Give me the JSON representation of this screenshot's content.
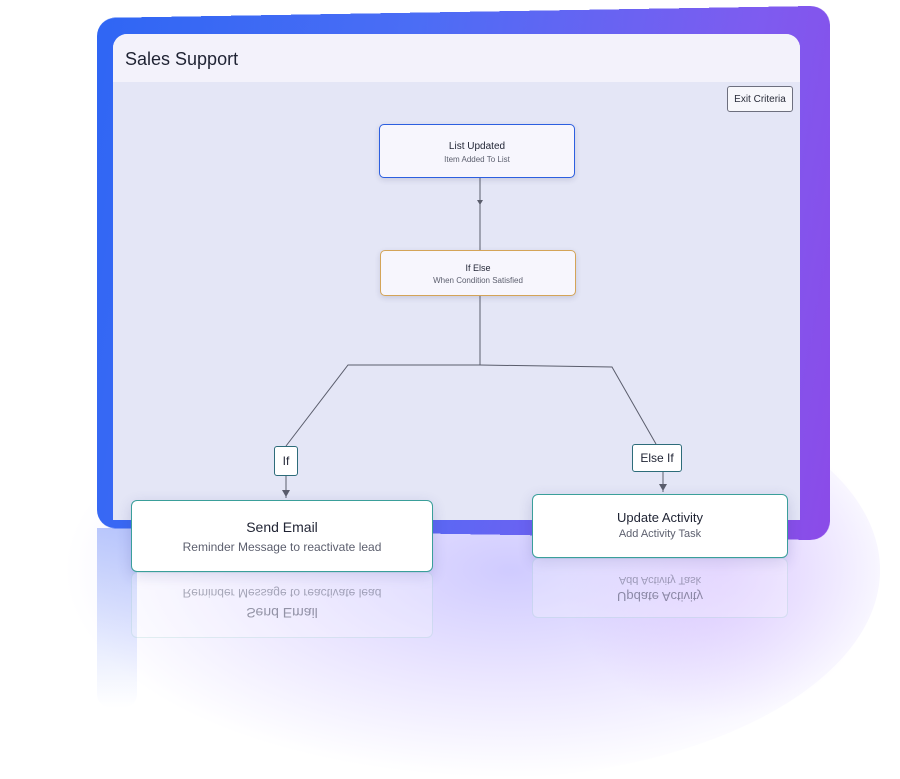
{
  "window": {
    "title": "Sales Support",
    "exit_button": "Exit Criteria"
  },
  "nodes": {
    "trigger": {
      "title": "List Updated",
      "subtitle": "Item Added To List"
    },
    "condition": {
      "title": "If Else",
      "subtitle": "When Condition Satisfied"
    }
  },
  "branches": {
    "if_label": "If",
    "else_if_label": "Else If"
  },
  "actions": {
    "send_email": {
      "title": "Send Email",
      "subtitle": "Reminder Message to reactivate lead"
    },
    "update_activity": {
      "title": "Update Activity",
      "subtitle": "Add Activity Task"
    }
  },
  "colors": {
    "frame_gradient_start": "#2f66f4",
    "frame_gradient_end": "#8b4be8",
    "trigger_border": "#2c5fe0",
    "condition_border": "#d4a458",
    "action_border": "#3a9f9a"
  }
}
